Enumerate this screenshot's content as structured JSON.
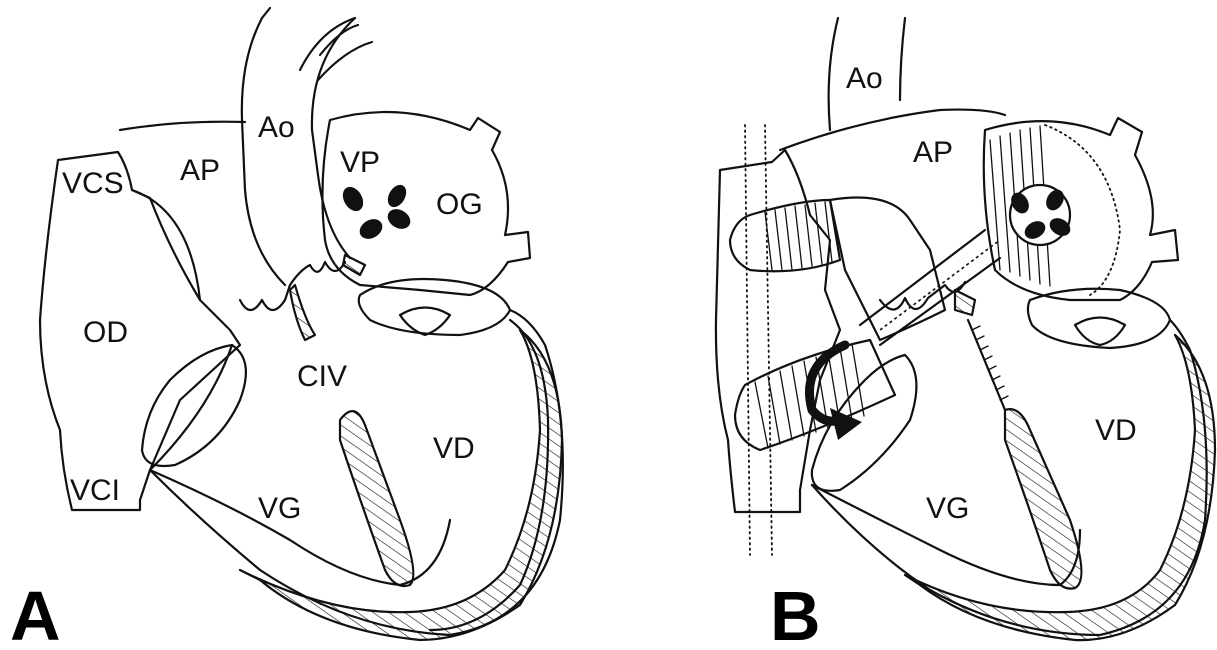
{
  "panel_a": {
    "letter": "A",
    "labels": {
      "vcs": "VCS",
      "ap": "AP",
      "ao": "Ao",
      "vp": "VP",
      "og": "OG",
      "od": "OD",
      "civ": "CIV",
      "vd": "VD",
      "vci": "VCI",
      "vg": "VG"
    }
  },
  "panel_b": {
    "letter": "B",
    "labels": {
      "ao": "Ao",
      "ap": "AP",
      "vd": "VD",
      "vg": "VG"
    }
  }
}
